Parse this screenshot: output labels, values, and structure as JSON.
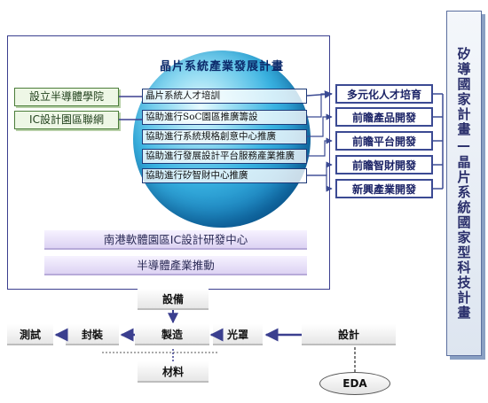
{
  "globe": {
    "title": "晶片系統產業發展計畫",
    "items": [
      "晶片系統人才培訓",
      "協助進行SoC園區推廣籌設",
      "協助進行系統規格創意中心推廣",
      "協助進行發展設計平台服務產業推廣",
      "協助進行矽智財中心推廣"
    ]
  },
  "left_boxes": [
    "設立半導體學院",
    "IC設計園區聯網"
  ],
  "bottom_bars": [
    "南港軟體園區IC設計研發中心",
    "半導體產業推動"
  ],
  "right_boxes": [
    "多元化人才培育",
    "前瞻產品開發",
    "前瞻平台開發",
    "前瞻智財開發",
    "新興產業開發"
  ],
  "vertical_title": "矽導國家計畫—晶片系統國家型科技計畫",
  "process": {
    "equipment": "設備",
    "test": "測試",
    "package": "封裝",
    "manufacture": "製造",
    "mask": "光罩",
    "design": "設計",
    "material": "材料",
    "eda": "EDA"
  },
  "colors": {
    "frame": "#3b3f8f",
    "globe": "#39b3e2",
    "arrow": "#3b4a93",
    "green": "#4b7d3a"
  }
}
